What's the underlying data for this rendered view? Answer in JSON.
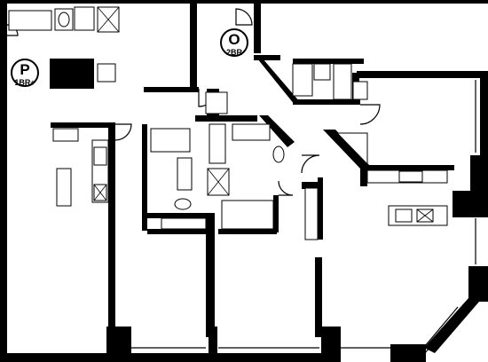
{
  "units": [
    {
      "letter": "P",
      "type": "1BR+"
    },
    {
      "letter": "O",
      "type": "2BR"
    }
  ],
  "colors": {
    "wall": "#000000",
    "background": "#ffffff"
  }
}
